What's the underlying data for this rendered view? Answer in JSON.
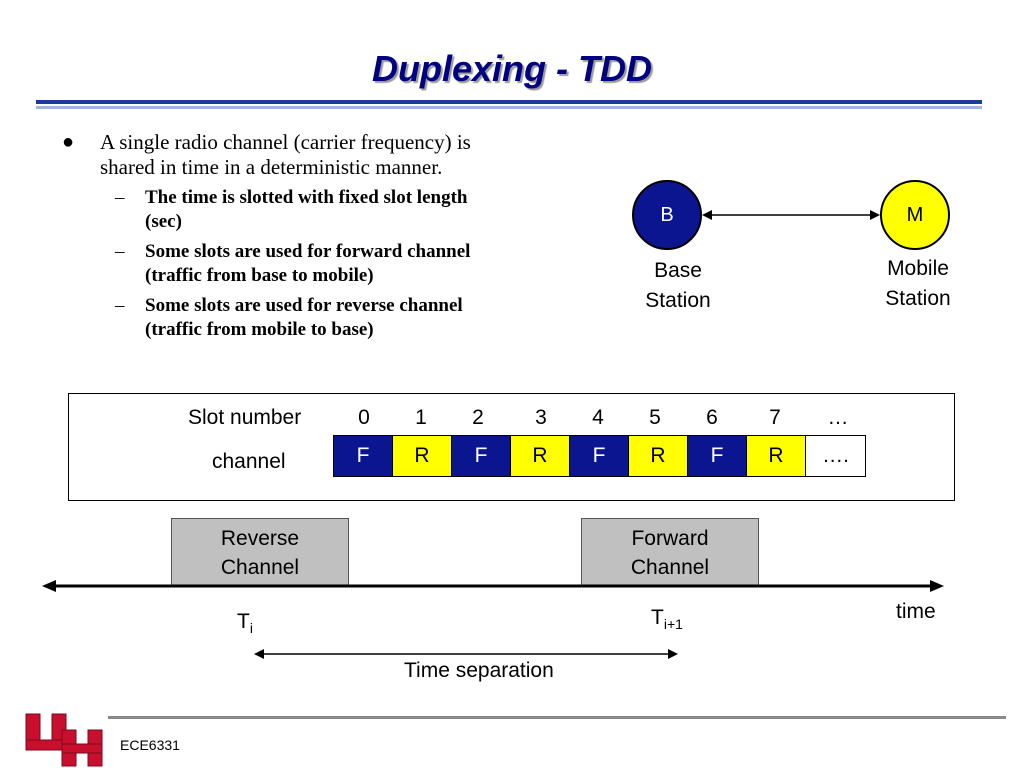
{
  "title": "Duplexing - TDD",
  "bullet": {
    "text_line1": "A single radio channel (carrier frequency) is",
    "text_line2": "shared in time in a deterministic manner.",
    "subs": [
      {
        "line1": "The time is slotted with fixed slot length",
        "line2": "(sec)"
      },
      {
        "line1": "Some slots are used for forward channel",
        "line2": "(traffic from base to mobile)"
      },
      {
        "line1": "Some slots are used for reverse channel",
        "line2": "(traffic from mobile to base)"
      }
    ]
  },
  "diagram": {
    "base": {
      "letter": "B",
      "label_line1": "Base",
      "label_line2": "Station",
      "color": "#0b1590"
    },
    "mobile": {
      "letter": "M",
      "label_line1": "Mobile",
      "label_line2": "Station",
      "color": "#ffff00"
    }
  },
  "slots": {
    "number_label": "Slot number",
    "channel_label": "channel",
    "numbers": [
      "0",
      "1",
      "2",
      "3",
      "4",
      "5",
      "6",
      "7",
      "…"
    ],
    "cells": [
      "F",
      "R",
      "F",
      "R",
      "F",
      "R",
      "F",
      "R",
      "…."
    ],
    "forward_color": "#0b1590",
    "reverse_color": "#ffff00"
  },
  "timeline": {
    "reverse_line1": "Reverse",
    "reverse_line2": "Channel",
    "forward_line1": "Forward",
    "forward_line2": "Channel",
    "t_i": "T",
    "t_i_sub": "i",
    "t_i1": "T",
    "t_i1_sub": "i+1",
    "time_label": "time",
    "separation_label": "Time separation"
  },
  "footer": {
    "course": "ECE6331",
    "logo_color": "#c8102e"
  }
}
